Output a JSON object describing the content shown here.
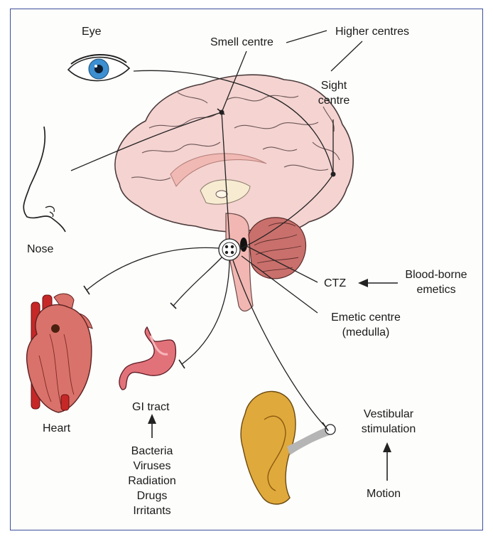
{
  "labels": {
    "eye": "Eye",
    "smell_centre": "Smell centre",
    "higher_centres": "Higher centres",
    "sight_centre_1": "Sight",
    "sight_centre_2": "centre",
    "nose": "Nose",
    "ctz": "CTZ",
    "blood_borne_1": "Blood-borne",
    "blood_borne_2": "emetics",
    "emetic_centre_1": "Emetic centre",
    "emetic_centre_2": "(medulla)",
    "heart": "Heart",
    "gi_tract": "GI tract",
    "gi_causes": [
      "Bacteria",
      "Viruses",
      "Radiation",
      "Drugs",
      "Irritants"
    ],
    "vestibular_1": "Vestibular",
    "vestibular_2": "stimulation",
    "motion": "Motion"
  },
  "colors": {
    "frame": "#3c4f9a",
    "brain": "#f4d3d1",
    "brain_outline": "#4a3a3a",
    "brainstem": "#f2b7b2",
    "cerebellum": "#c9706c",
    "heart": "#d9726a",
    "vessel": "#c62828",
    "stomach": "#e2727a",
    "ear": "#e0a93c",
    "iris": "#3c8fd0",
    "line": "#222222"
  }
}
